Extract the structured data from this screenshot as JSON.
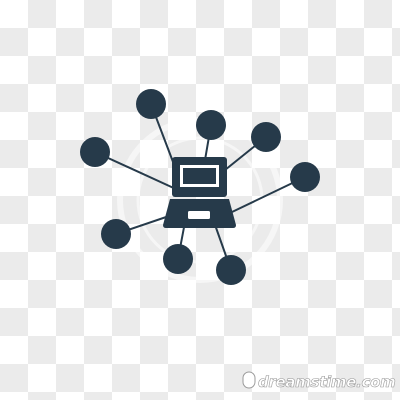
{
  "image": {
    "subject": "network-computer-icon",
    "icon_color": "#263a4a",
    "background": "transparency-checkerboard",
    "checker_light": "#ffffff",
    "checker_dark": "#ebebeb"
  },
  "watermark": {
    "text": "dreamstime.com",
    "logo": "dreamstime-seal"
  },
  "network": {
    "center_device": "laptop-icon",
    "node_count": 8
  }
}
